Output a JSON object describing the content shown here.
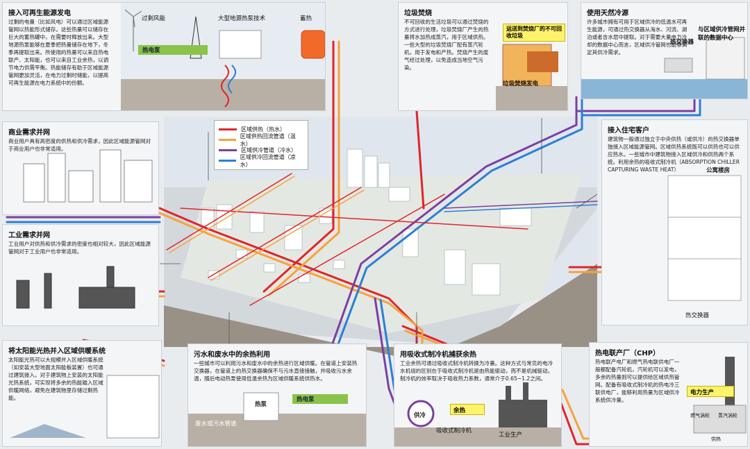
{
  "colors": {
    "hot": "#e0242b",
    "hot_return": "#f5a23b",
    "cold": "#7b3fa0",
    "cold_return": "#2a7fd4",
    "ground": "#bfc5cc",
    "sky": "#dce6f0"
  },
  "legend": {
    "items": [
      {
        "label": "区域供热（热水）",
        "color": "#e0242b"
      },
      {
        "label": "区域供热回流管道（温水）",
        "color": "#f5a23b"
      },
      {
        "label": "区域供冷管道（冷水）",
        "color": "#7b3fa0"
      },
      {
        "label": "区域供冷回流管道（凉水）",
        "color": "#2a7fd4"
      }
    ]
  },
  "panels": {
    "renewable": {
      "title": "接入可再生能源发电",
      "text": "过剩的电量（比如风电）可以通过区域能源管网以热能形式储存。这些热量可以储存在巨大的蓄热罐中，在需要时释放出来。大型地源热泵能够在夏季把热量储存在地下，冬季再提取出来。所使用的热量可以来自热电联产、太阳能，也可以来自工业余热，以调节电力供需平衡。热能储存有助于区域能源管网更加灵活，在电力过剩时储能，以提高可再生能源在电力系统中的份额。",
      "label_wind": "过剩风能",
      "label_heatpump": "大型地源热泵技术",
      "label_storage": "蓄热",
      "bar": "热电泵"
    },
    "waste": {
      "title": "垃圾焚烧",
      "text": "不可回收的生活垃圾可以通过焚烧的方式进行处理，垃圾焚烧厂产生的热量将水加热成蒸汽，用于区域供热。一些大型的垃圾焚烧厂配有蒸汽轮机，用于发电和产热。焚烧产生的废气经过处理，以免造成当地空气污染。",
      "box": "运送到焚烧厂的不可回收垃圾",
      "plant": "垃圾焚烧发电"
    },
    "natural": {
      "title": "使用天然冷源",
      "text": "许多城市拥有可用于区域供冷的低温水可再生能源，可通过热交换器从海水、河流、湖泊或者含水层中提取。对于需要大量电力冷却的数据中心而言，区域供冷管网也能够满足其供冷需求。",
      "label_hx": "热交换器",
      "label_dc": "与区域供冷管网并联的数据中心"
    },
    "commercial": {
      "title": "商业需求并网",
      "text": "商业用户具有高密度的供热和供冷需求，因此区域能源管网对于商业用户也非常适用。"
    },
    "industrial": {
      "title": "工业需求并网",
      "text": "工业用户对供热和供冷需求的密度也相对较大，因此区域能源管网对于工业用户也非常适用。"
    },
    "residential": {
      "title": "接入住宅客户",
      "text": "建筑物一般通过独立于中央供热（或供冷）的热交换器单独接入区域能源管网。区域供热系统既可以供热也可以供应热水。一些城市中建筑物接入区域供冷和供热两个系统。利用余热的吸收式制冷机（ABSORPTION CHILLER CAPTURING WASTE HEAT）",
      "label_apt": "公寓楼房",
      "label_hx": "热交换器"
    },
    "solar": {
      "title": "将太阳能光热并入区域供暖系统",
      "text": "太阳能光热可以大规模并入区域供暖系统（如安装大型地面太阳能板装置）也可通过建筑接入。对于建筑物上安装的太阳能光热系统，可实现将多余的热能输入区域供暖网络，避免在建筑物里存储过剩热能。"
    },
    "sewage": {
      "title": "污水和废水中的余热利用",
      "text": "一些城市可以利用污水和废水中的余热进行区域供暖。在管道上安装热交换器，在管道上的热交换器确保不与污水直接接触，并吸收污水余温，随后电动热泵使用低温余热为区域供暖系统供热水。",
      "label_hp": "热泵",
      "bar": "热电泵",
      "pipe": "废水或污水管道"
    },
    "absorption": {
      "title": "用吸收式制冷机捕获余热",
      "text": "工业余热可通过吸收式制冷机转换为冷量。这种方式与常见的电冷水机组的区别在于吸收式制冷机是由热能驱动，而不是机械驱动。制冷机的效率取决于吸收热力系数，通常介于0.65~1.2之间。",
      "label_chill": "供冷",
      "label_waste": "余热",
      "label_machine": "吸收式制冷机",
      "label_ind": "工业生产"
    },
    "chp": {
      "title": "热电联产厂（CHP）",
      "text": "热电联产电厂和燃气热电联供电厂一般都配备汽轮机，汽轮机可以发电，多余的热量则可以提供给区域供热管网。配备有吸收式制冷机的热电冷三联供电厂，能够利用热量为区域供冷系统供冷量。",
      "label_power": "电力生产",
      "label_gas": "燃气涡轮",
      "label_steam": "蒸汽涡轮",
      "label_heat": "供热"
    }
  }
}
